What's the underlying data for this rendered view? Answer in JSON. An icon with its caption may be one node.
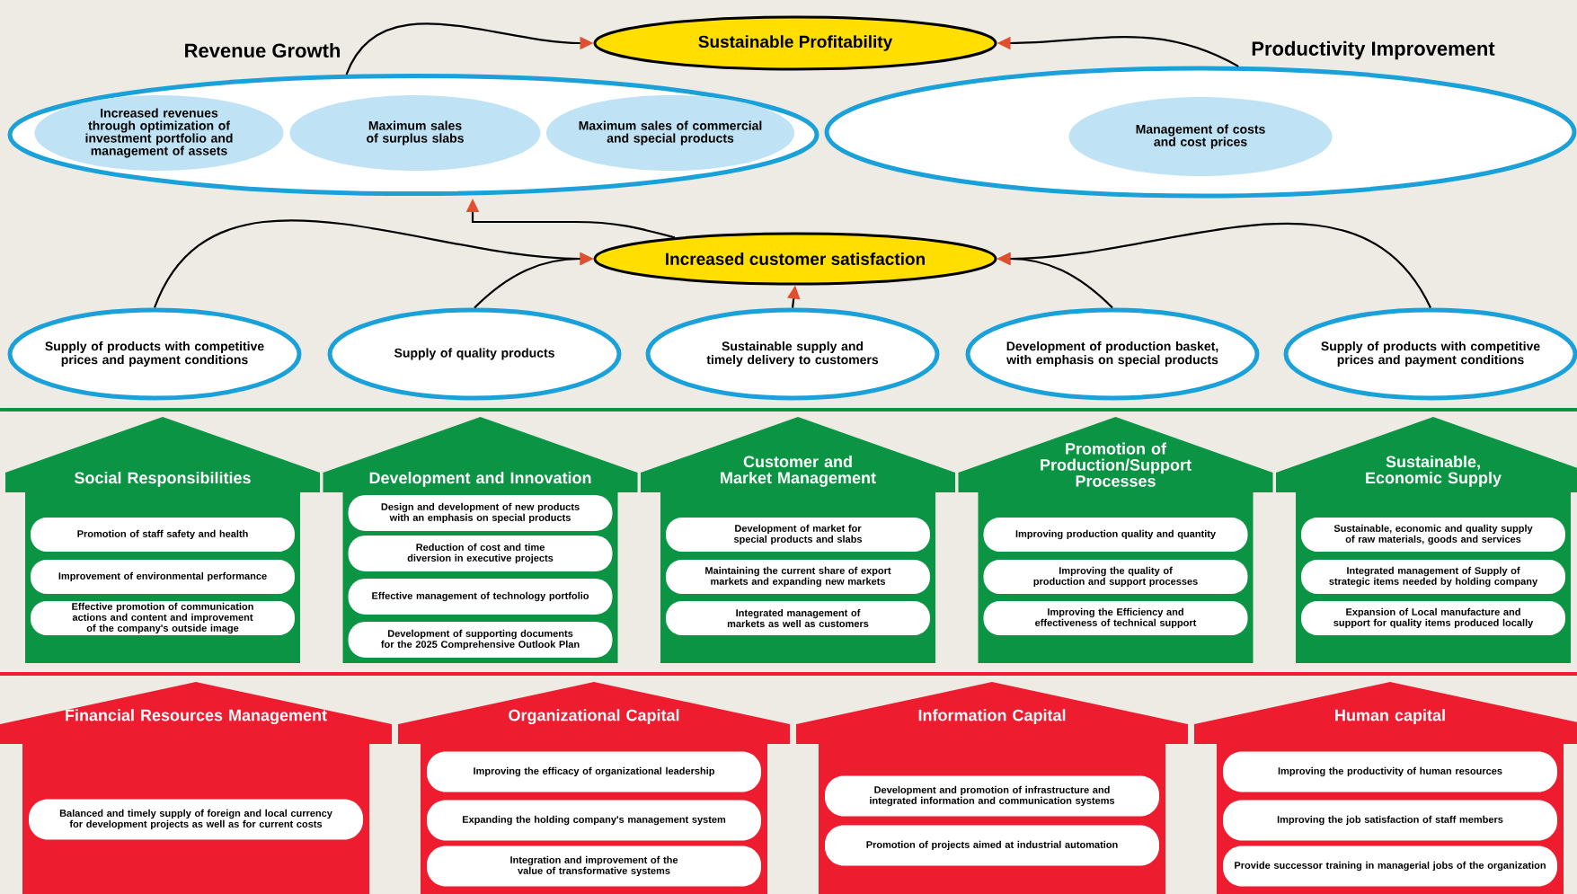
{
  "diagram": {
    "nodes": [
      {
        "text": [
          "Sustainable Profitability"
        ]
      },
      {
        "text": [
          "Revenue Growth"
        ]
      },
      {
        "text": [
          "Increased revenues through optimization of investment portfolio and management of assets"
        ],
        "in": 1
      },
      {
        "text": [
          "Maximum sales of surplus slabs"
        ],
        "in": 1
      },
      {
        "text": [
          "Maximum sales of commercial and special products"
        ],
        "in": 1
      },
      {
        "text": [
          "Productivity Improvement"
        ]
      },
      {
        "text": [
          "Management of costs and cost prices"
        ],
        "in": 5
      },
      {
        "text": [
          "Increased customer satisfaction"
        ]
      },
      {
        "text": [
          "Supply of products with competitive prices and payment conditions"
        ]
      },
      {
        "text": [
          "Supply of quality products"
        ]
      },
      {
        "text": [
          "Sustainable supply and timely delivery to customers"
        ]
      },
      {
        "text": [
          "Development of production basket, with emphasis on special products"
        ]
      },
      {
        "text": [
          "Supply of products with competitive prices and payment conditions"
        ]
      },
      {
        "text": [
          "Social Responsibilities"
        ]
      },
      {
        "text": [
          "Promotion of staff safety and health"
        ],
        "in": 13
      },
      {
        "text": [
          "Improvement of environmental performance"
        ],
        "in": 13
      },
      {
        "text": [
          "Effective promotion of communication actions and content and improvement of the company's outside image"
        ],
        "in": 13
      },
      {
        "text": [
          "Development and Innovation"
        ]
      },
      {
        "text": [
          "Design and development of new products with an emphasis on special products"
        ],
        "in": 17
      },
      {
        "text": [
          "Reduction of cost and time diversion in executive projects"
        ],
        "in": 17
      },
      {
        "text": [
          "Effective management of technology portfolio"
        ],
        "in": 17
      },
      {
        "text": [
          "Development of supporting documents for the 2025 Comprehensive Outlook Plan"
        ],
        "in": 17
      },
      {
        "text": [
          "Customer and Market Management"
        ]
      },
      {
        "text": [
          "Development of market for special products and slabs"
        ],
        "in": 22
      },
      {
        "text": [
          "Maintaining the current share of export markets and expanding new markets"
        ],
        "in": 22
      },
      {
        "text": [
          "Integrated management of markets as well as customers"
        ],
        "in": 22
      },
      {
        "text": [
          "Promotion of Production/Support Processes"
        ]
      },
      {
        "text": [
          "Improving production quality and quantity"
        ],
        "in": 26
      },
      {
        "text": [
          "Improving the quality of production and support processes"
        ],
        "in": 26
      },
      {
        "text": [
          "Improving the Efficiency and effectiveness of technical support"
        ],
        "in": 26
      },
      {
        "text": [
          "Sustainable, Economic Supply"
        ]
      },
      {
        "text": [
          "Sustainable, economic and quality supply of raw materials, goods and services"
        ],
        "in": 30
      },
      {
        "text": [
          "Integrated management of Supply of strategic items needed by holding company"
        ],
        "in": 30
      },
      {
        "text": [
          "Expansion of Local manufacture and support for quality items produced locally"
        ],
        "in": 30
      },
      {
        "text": [
          "Financial Resources Management"
        ]
      },
      {
        "text": [
          "Balanced and timely supply of foreign and local currency for development projects as well as for current costs"
        ],
        "in": 34
      },
      {
        "text": [
          "Organizational Capital"
        ]
      },
      {
        "text": [
          "Improving the efficacy of organizational leadership"
        ],
        "in": 36
      },
      {
        "text": [
          "Expanding the holding company's management system"
        ],
        "in": 36
      },
      {
        "text": [
          "Integration and improvement of the value of transformative systems"
        ],
        "in": 36
      },
      {
        "text": [
          "Information Capital"
        ]
      },
      {
        "text": [
          "Development and promotion of infrastructure and integrated information and communication systems"
        ],
        "in": 40
      },
      {
        "text": [
          "Promotion of projects aimed at industrial automation"
        ],
        "in": 40
      },
      {
        "text": [
          "Human capital"
        ]
      },
      {
        "text": [
          "Improving the productivity of human resources"
        ],
        "in": 43
      },
      {
        "text": [
          "Improving the job satisfaction of staff members"
        ],
        "in": 43
      },
      {
        "text": [
          "Provide successor training in managerial jobs of the organization"
        ],
        "in": 43
      }
    ],
    "edges": [
      {
        "from": 1,
        "to": 0,
        "arrow": "to"
      },
      {
        "from": 5,
        "to": 0,
        "arrow": "to"
      },
      {
        "from": 7,
        "to": 1,
        "arrow": "to"
      },
      {
        "from": 8,
        "to": 7,
        "arrow": "to"
      },
      {
        "from": 9,
        "to": 7,
        "arrow": "to"
      },
      {
        "from": 10,
        "to": 7,
        "arrow": "to"
      },
      {
        "from": 11,
        "to": 7,
        "arrow": "to"
      },
      {
        "from": 12,
        "to": 7,
        "arrow": "to"
      }
    ]
  }
}
